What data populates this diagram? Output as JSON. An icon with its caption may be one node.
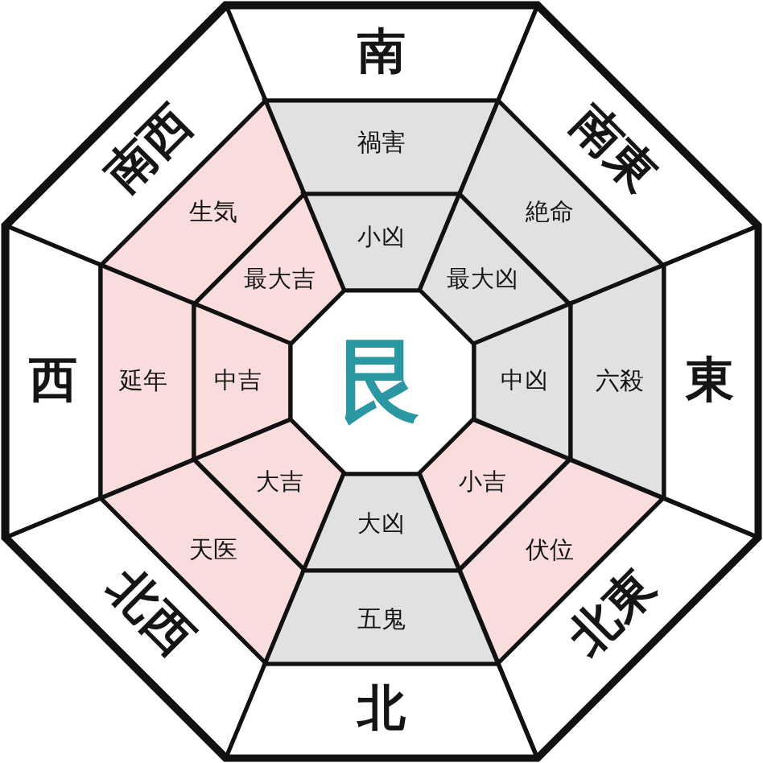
{
  "diagram": {
    "nodes": [
      {
        "text": [
          "南"
        ]
      },
      {
        "text": [
          "南西"
        ]
      },
      {
        "text": [
          "禍害"
        ]
      },
      {
        "text": [
          "南東"
        ]
      },
      {
        "text": [
          "生気"
        ]
      },
      {
        "text": [
          "小凶"
        ]
      },
      {
        "text": [
          "絶命"
        ]
      },
      {
        "text": [
          "最大吉"
        ]
      },
      {
        "text": [
          "最大凶"
        ]
      },
      {
        "text": [
          "西"
        ]
      },
      {
        "text": [
          "延年"
        ]
      },
      {
        "text": [
          "中吉"
        ]
      },
      {
        "text": [
          "艮"
        ]
      },
      {
        "text": [
          "中凶"
        ]
      },
      {
        "text": [
          "六殺"
        ]
      },
      {
        "text": [
          "東"
        ]
      },
      {
        "text": [
          "大吉"
        ]
      },
      {
        "text": [
          "小吉"
        ]
      },
      {
        "text": [
          "天医"
        ]
      },
      {
        "text": [
          "大凶"
        ]
      },
      {
        "text": [
          "伏位"
        ]
      },
      {
        "text": [
          "北西"
        ]
      },
      {
        "text": [
          "五鬼"
        ]
      },
      {
        "text": [
          "北東"
        ]
      },
      {
        "text": [
          "北"
        ]
      }
    ]
  }
}
